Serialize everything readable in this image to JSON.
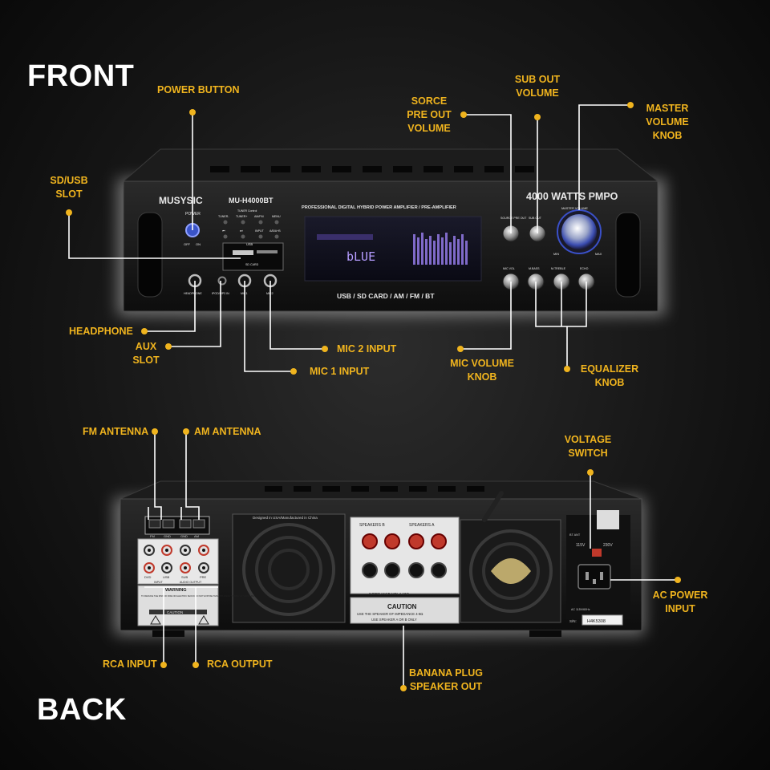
{
  "headings": {
    "front": "FRONT",
    "back": "BACK"
  },
  "front_unit": {
    "brand": "MUSYSIC",
    "model": "MU-H4000BT",
    "power_rating": "4000 WATTS PMPO",
    "subtitle": "PROFESSIONAL DIGITAL HYBRID POWER AMPLIFIER / PRE-AMPLIFIER",
    "sources": "USB / SD CARD / AM / FM / BT",
    "display_text": "bLUE",
    "power_label": "POWER",
    "power_off": "OFF",
    "power_on": "ON",
    "tuner_control": "TUNER Control",
    "tuner_buttons": [
      "TUNER-",
      "TUNER+",
      "AM/FM",
      "MENU",
      "⏮",
      "⏭",
      "INPUT",
      "A/B/A+B"
    ],
    "sd_card": "SD CARD",
    "usb_label": "USB",
    "jack_labels": [
      "HEADPHONE",
      "IPOD/MP3 IN",
      "MIC1",
      "MIC2"
    ],
    "knob_labels": [
      "SOURCE PRE OUT",
      "SUB OUT",
      "MASTER VOLUME",
      "MIC VOL",
      "M.BASS",
      "M.TREBLE",
      "ECHO"
    ],
    "min_label": "MIN",
    "max_label": "MAX"
  },
  "back_unit": {
    "origin_text": "Designed in USA/Manufactured in China",
    "speakers_b": "SPEAKERS B",
    "speakers_a": "SPEAKERS A",
    "impedance": "IMPEDANCE MIN 4-16Ω",
    "caution_title": "CAUTION",
    "caution_line1": "USE THE SPEAKER OF IMPEDANCE 4-8Ω",
    "caution_line2": "USE SPEAKER A OR B ONLY",
    "antenna_labels": [
      "FM",
      "GND",
      "GND",
      "AM"
    ],
    "rca_labels": [
      "DVD",
      "USB",
      "SUB",
      "PRE"
    ],
    "input_label": "INPUT",
    "audio_output_label": "AUDIO OUTPUT",
    "warning_title": "WARNING",
    "warning_text": "TO REDUCE THE RISK OF FIRE OR ELECTRIC SHOCK DO NOT EXPOSE THIS APPLIANCE TO RAIN OR MOISTURE",
    "caution_small": "CAUTION",
    "voltage_115": "115V",
    "voltage_230": "230V",
    "serial_prefix": "S/N:",
    "serial": "H4K5308",
    "ac_rating": "AC 115V/60Hz",
    "bt_ant": "BT ANT"
  },
  "callouts": {
    "power_button": "POWER BUTTON",
    "sd_usb_slot": [
      "SD/USB",
      "SLOT"
    ],
    "headphone": "HEADPHONE",
    "aux_slot": [
      "AUX",
      "SLOT"
    ],
    "mic1_input": "MIC 1 INPUT",
    "mic2_input": "MIC 2 INPUT",
    "source_pre_out_volume": [
      "SORCE",
      "PRE OUT",
      "VOLUME"
    ],
    "sub_out_volume": [
      "SUB OUT",
      "VOLUME"
    ],
    "master_volume_knob": [
      "MASTER",
      "VOLUME",
      "KNOB"
    ],
    "mic_volume_knob": [
      "MIC VOLUME",
      "KNOB"
    ],
    "equalizer_knob": [
      "EQUALIZER",
      "KNOB"
    ],
    "fm_antenna": "FM ANTENNA",
    "am_antenna": "AM ANTENNA",
    "voltage_switch": [
      "VOLTAGE",
      "SWITCH"
    ],
    "ac_power_input": [
      "AC POWER",
      "INPUT"
    ],
    "rca_input": "RCA INPUT",
    "rca_output": "RCA OUTPUT",
    "banana_plug_speaker_out": [
      "BANANA PLUG",
      "SPEAKER OUT"
    ]
  },
  "colors": {
    "accent": "#f0b41e",
    "heading": "#ffffff",
    "line": "#ffffff",
    "unit_body": "#161616"
  }
}
